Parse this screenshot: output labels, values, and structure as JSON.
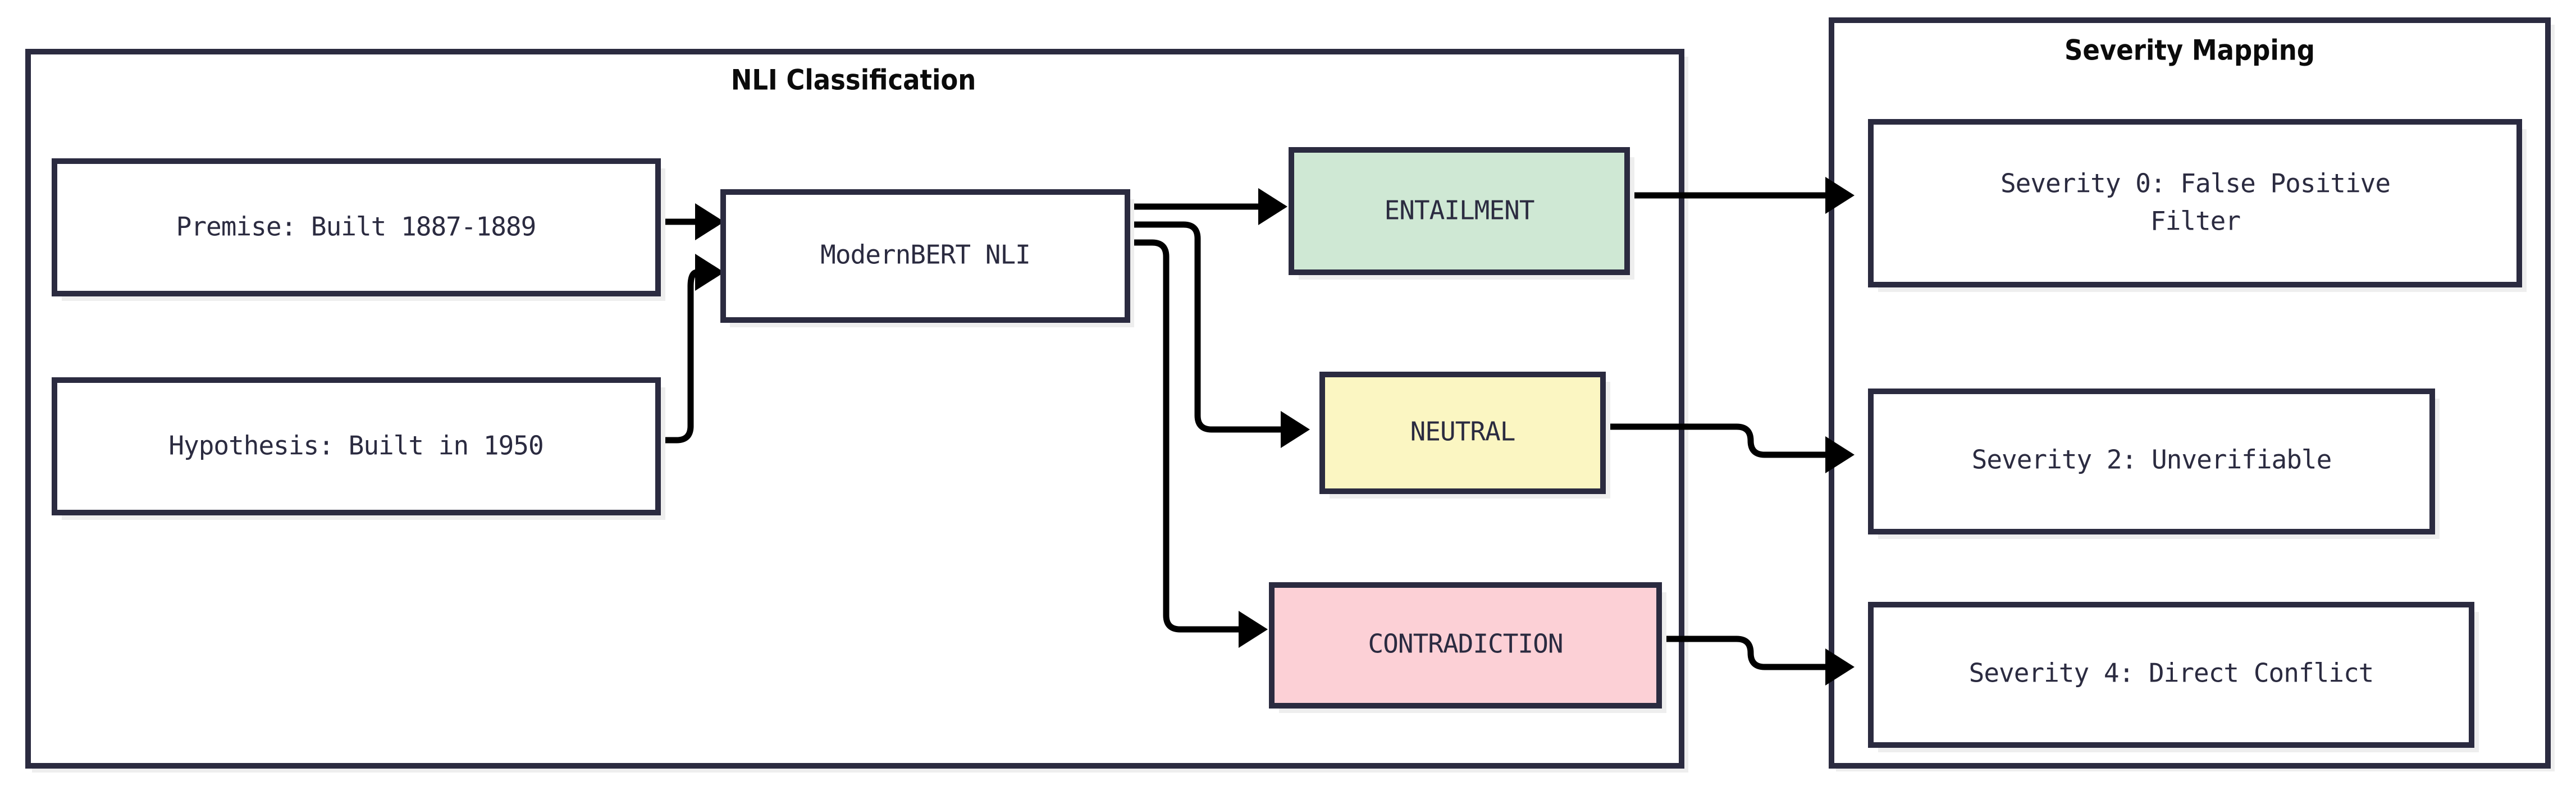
{
  "diagram": {
    "type": "flowchart",
    "direction": "left-to-right",
    "background_color": "#ffffff",
    "node_border_color": "#2b2b40",
    "node_text_color": "#2b2b40",
    "edge_color": "#000000",
    "shadow_color": "#eeeeee"
  },
  "clusters": [
    {
      "id": "nli",
      "title": "NLI Classification"
    },
    {
      "id": "severity",
      "title": "Severity Mapping"
    }
  ],
  "nodes": {
    "premise": {
      "label": "Premise: Built 1887-1889",
      "fill": "#ffffff"
    },
    "hypothesis": {
      "label": "Hypothesis: Built in 1950",
      "fill": "#ffffff"
    },
    "model": {
      "label": "ModernBERT NLI",
      "fill": "#ffffff"
    },
    "entailment": {
      "label": "ENTAILMENT",
      "fill": "#cfe8d4"
    },
    "neutral": {
      "label": "NEUTRAL",
      "fill": "#fbf6c2"
    },
    "contradiction": {
      "label": "CONTRADICTION",
      "fill": "#fcd0d6"
    },
    "severity0": {
      "label_line1": "Severity 0: False Positive",
      "label_line2": "Filter",
      "fill": "#ffffff"
    },
    "severity2": {
      "label": "Severity 2: Unverifiable",
      "fill": "#ffffff"
    },
    "severity4": {
      "label": "Severity 4: Direct Conflict",
      "fill": "#ffffff"
    }
  },
  "edges": [
    {
      "from": "premise",
      "to": "model"
    },
    {
      "from": "hypothesis",
      "to": "model"
    },
    {
      "from": "model",
      "to": "entailment"
    },
    {
      "from": "model",
      "to": "neutral"
    },
    {
      "from": "model",
      "to": "contradiction"
    },
    {
      "from": "entailment",
      "to": "severity0"
    },
    {
      "from": "neutral",
      "to": "severity2"
    },
    {
      "from": "contradiction",
      "to": "severity4"
    }
  ]
}
